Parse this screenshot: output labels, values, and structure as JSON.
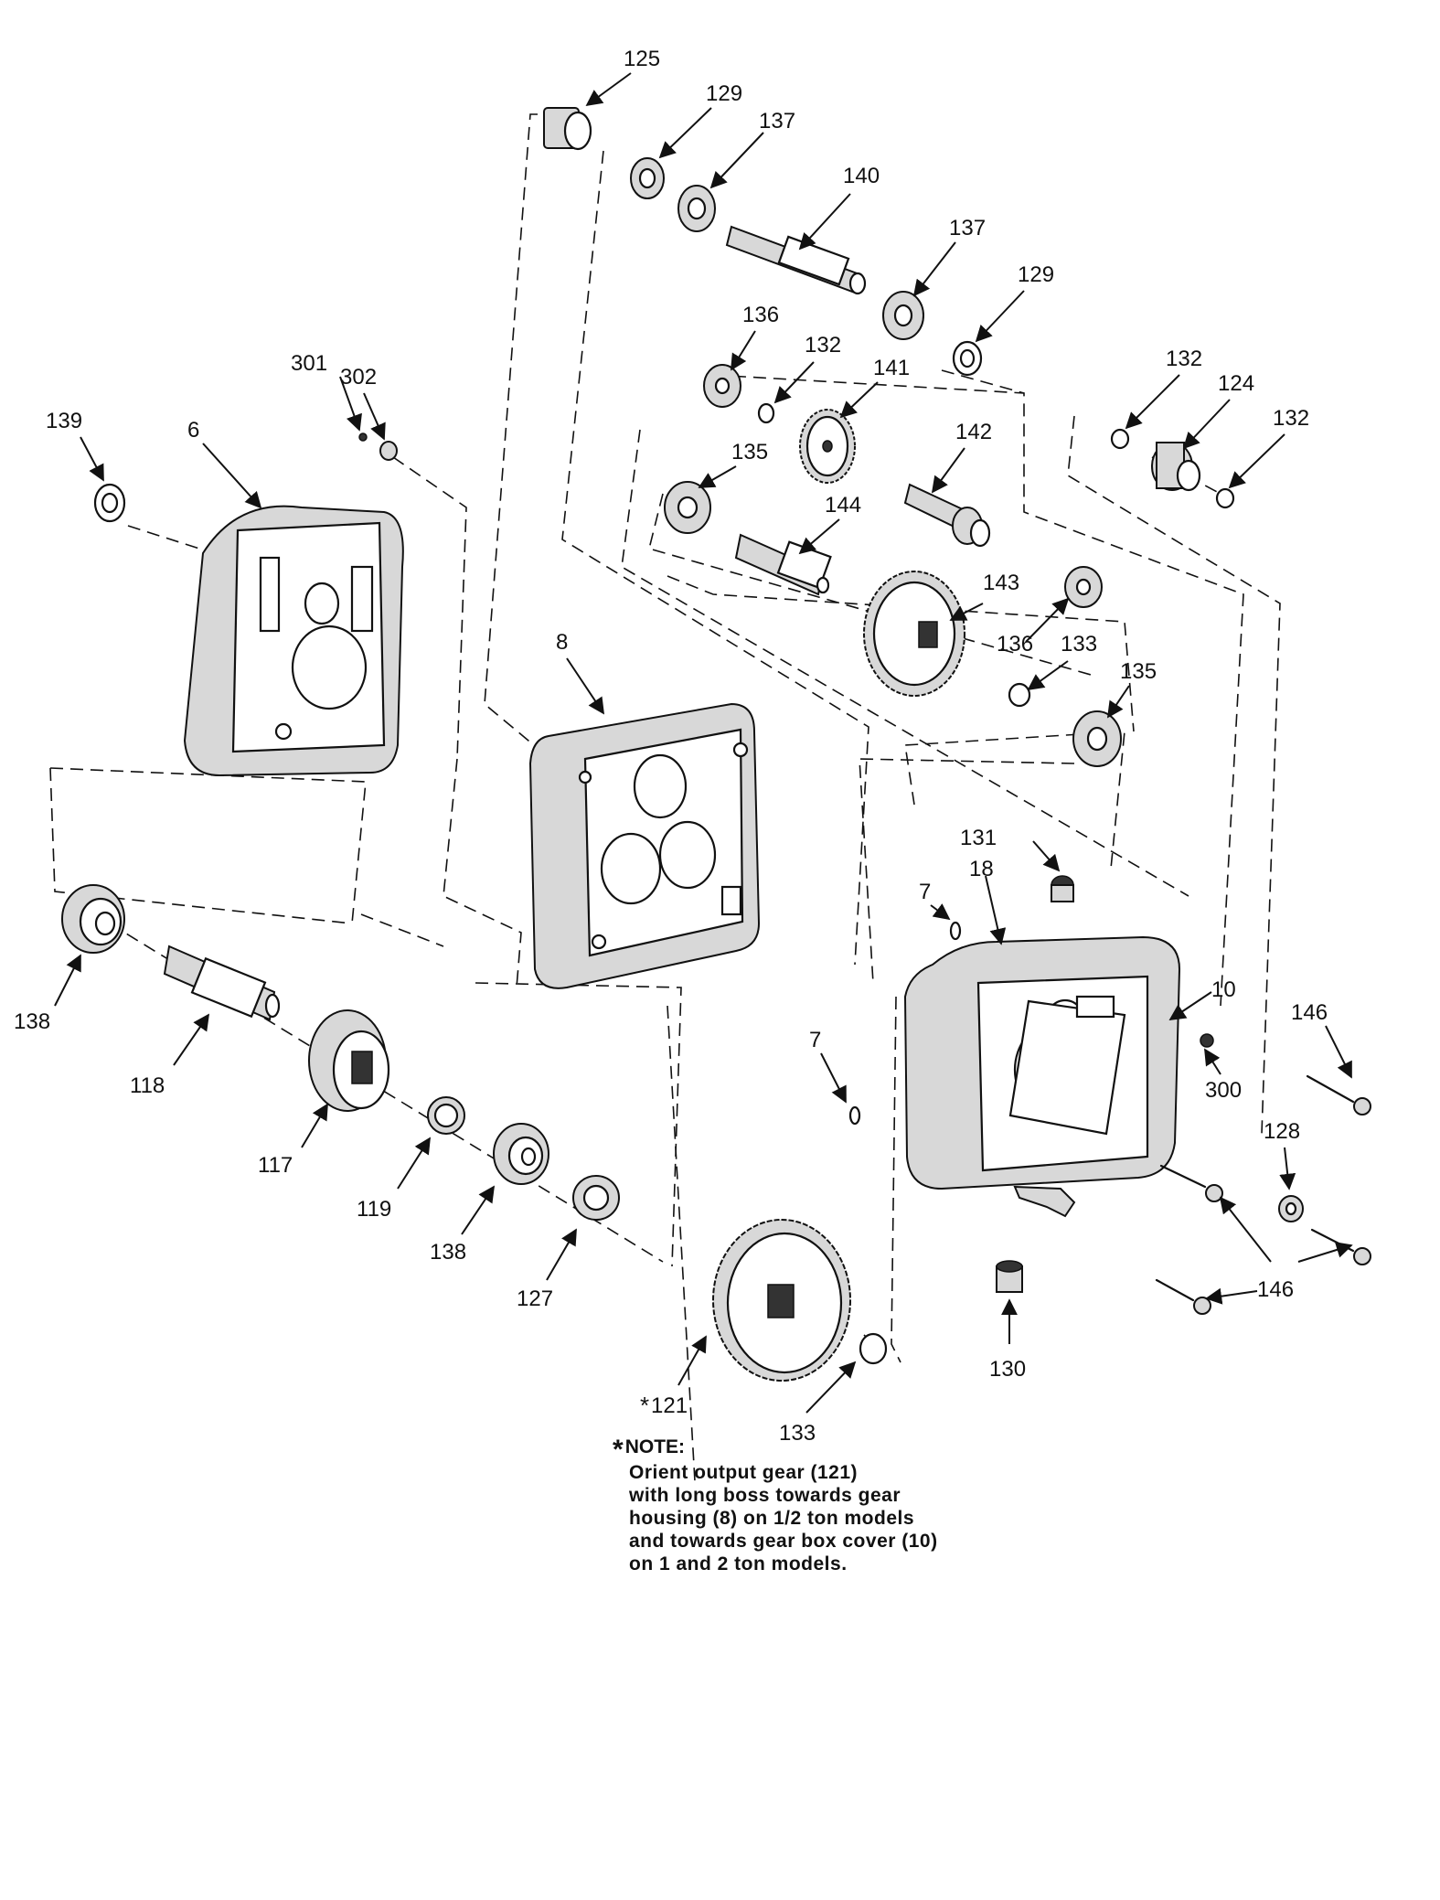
{
  "callouts": {
    "c125": "125",
    "c129a": "129",
    "c137a": "137",
    "c140": "140",
    "c137b": "137",
    "c129b": "129",
    "c136a": "136",
    "c132a": "132",
    "c141": "141",
    "c142": "142",
    "c135a": "135",
    "c144": "144",
    "c143": "143",
    "c136b": "136",
    "c133a": "133",
    "c135b": "135",
    "c132b": "132",
    "c124": "124",
    "c132c": "132",
    "c301": "301",
    "c302": "302",
    "c139": "139",
    "c6": "6",
    "c8": "8",
    "c131": "131",
    "c18": "18",
    "c7a": "7",
    "c10": "10",
    "c146a": "146",
    "c300": "300",
    "c138a": "138",
    "c118": "118",
    "c117": "117",
    "c119": "119",
    "c138b": "138",
    "c127": "127",
    "c7b": "7",
    "c128": "128",
    "c146b": "146",
    "c130": "130",
    "c121": "121",
    "c133b": "133"
  },
  "note": {
    "star": "*",
    "title": "NOTE:",
    "lines": [
      "Orient output gear (121)",
      "with long boss towards gear",
      "housing (8) on 1/2 ton models",
      "and towards gear box cover (10)",
      "on 1 and 2 ton models."
    ]
  },
  "asterisk": "*"
}
